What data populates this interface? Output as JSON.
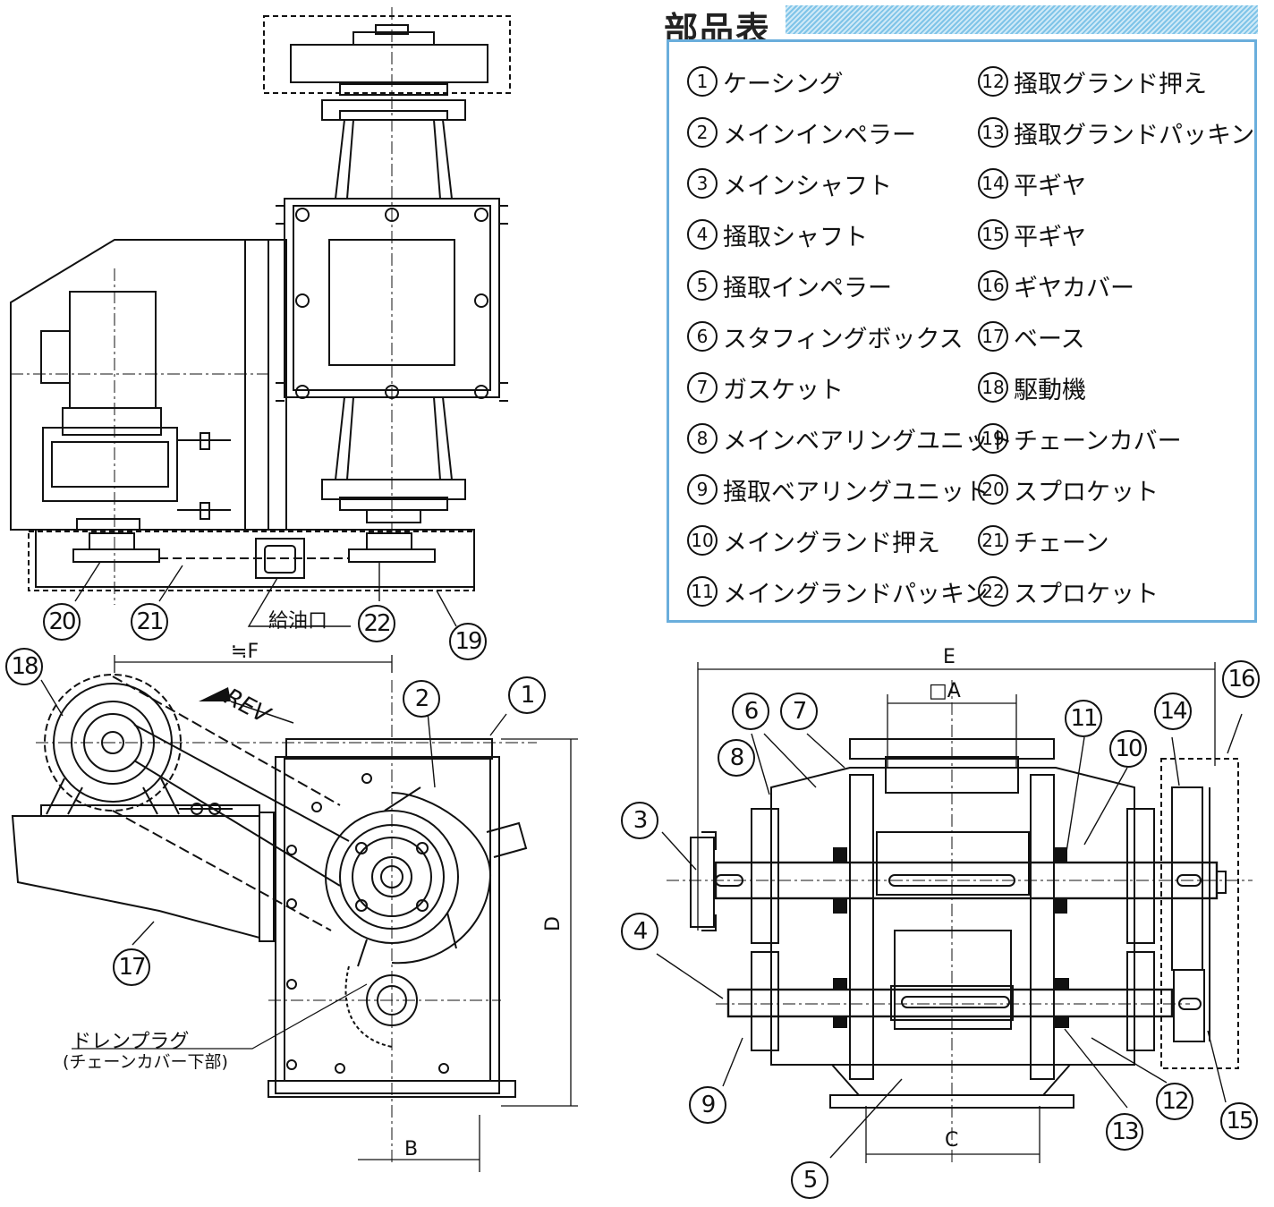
{
  "parts_table": {
    "title": "部品表",
    "left_column": [
      {
        "num": "1",
        "name": "ケーシング"
      },
      {
        "num": "2",
        "name": "メインインペラー"
      },
      {
        "num": "3",
        "name": "メインシャフト"
      },
      {
        "num": "4",
        "name": "掻取シャフト"
      },
      {
        "num": "5",
        "name": "掻取インペラー"
      },
      {
        "num": "6",
        "name": "スタフィングボックス"
      },
      {
        "num": "7",
        "name": "ガスケット"
      },
      {
        "num": "8",
        "name": "メインベアリングユニット"
      },
      {
        "num": "9",
        "name": "掻取ベアリングユニット"
      },
      {
        "num": "10",
        "name": "メイングランド押え"
      },
      {
        "num": "11",
        "name": "メイングランドパッキン"
      }
    ],
    "right_column": [
      {
        "num": "12",
        "name": "掻取グランド押え"
      },
      {
        "num": "13",
        "name": "掻取グランドパッキン"
      },
      {
        "num": "14",
        "name": "平ギヤ"
      },
      {
        "num": "15",
        "name": "平ギヤ"
      },
      {
        "num": "16",
        "name": "ギヤカバー"
      },
      {
        "num": "17",
        "name": "ベース"
      },
      {
        "num": "18",
        "name": "駆動機"
      },
      {
        "num": "19",
        "name": "チェーンカバー"
      },
      {
        "num": "20",
        "name": "スプロケット"
      },
      {
        "num": "21",
        "name": "チェーン"
      },
      {
        "num": "22",
        "name": "スプロケット"
      }
    ]
  },
  "drawing_labels": {
    "oil_port": "給油口",
    "drain_plug": "ドレンプラグ",
    "drain_plug_note": "(チェーンカバー下部)",
    "rev": "REV",
    "dim_f": "≒F",
    "dim_d": "D",
    "dim_b": "B",
    "dim_e": "E",
    "dim_a": "□A",
    "dim_c": "C"
  },
  "callouts": {
    "top_view": [
      "20",
      "21",
      "22",
      "19"
    ],
    "side_view": [
      "18",
      "2",
      "1",
      "17"
    ],
    "section_view": [
      "16",
      "6",
      "7",
      "8",
      "11",
      "10",
      "14",
      "3",
      "4",
      "9",
      "5",
      "13",
      "12",
      "15"
    ]
  }
}
